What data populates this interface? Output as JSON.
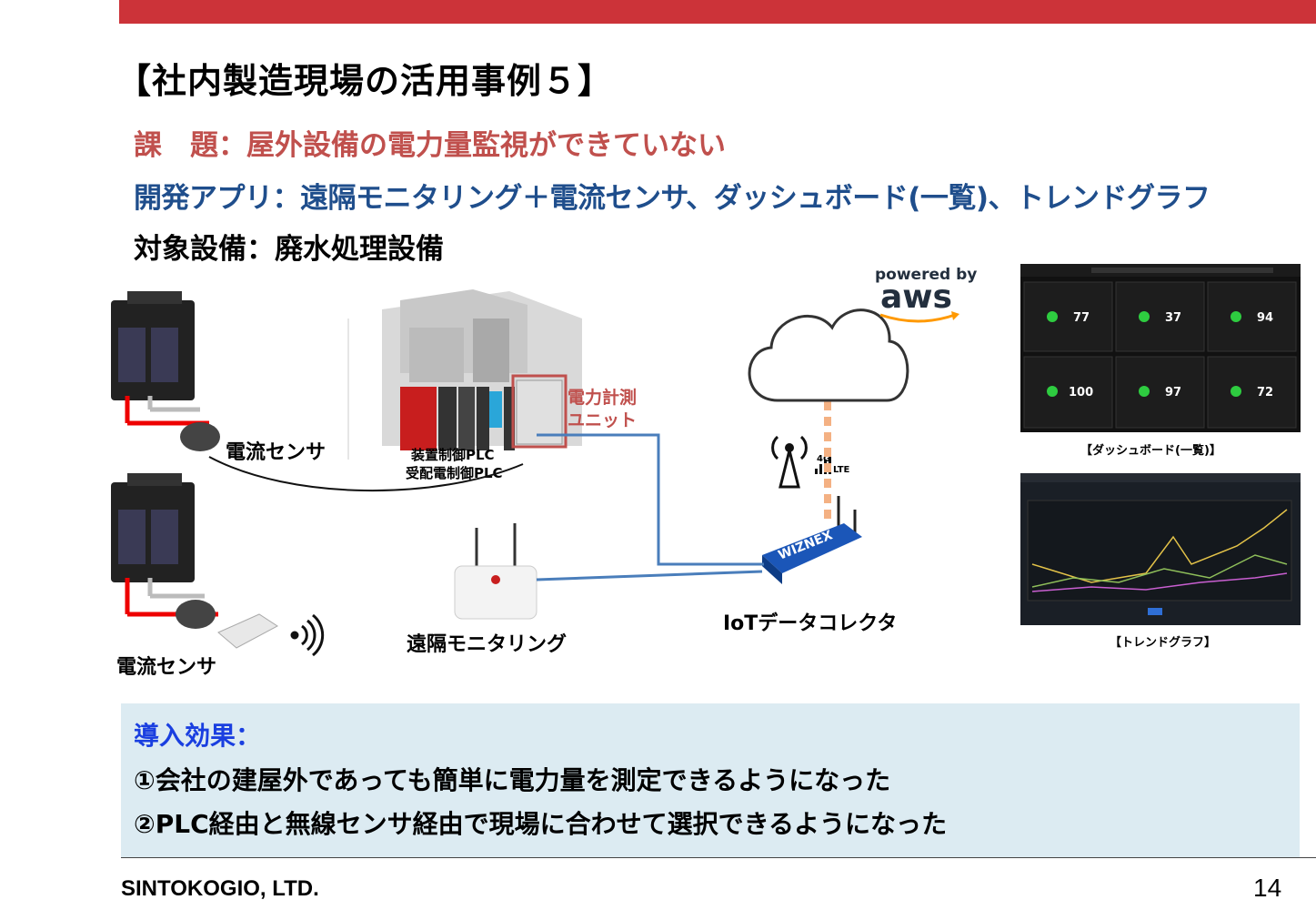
{
  "header": {
    "title": "【社内製造現場の活用事例５】"
  },
  "summary": {
    "issue": "課　題：屋外設備の電力量監視ができていない",
    "app": "開発アプリ：遠隔モニタリング＋電流センサ、ダッシュボード(一覧)、トレンドグラフ",
    "target": "対象設備：廃水処理設備"
  },
  "diagram": {
    "sensor_label_1": "電流センサ",
    "sensor_label_2": "電流センサ",
    "plc_label_1": "装置制御PLC",
    "plc_label_2": "受配電制御PLC",
    "power_unit_1": "電力計測",
    "power_unit_2": "ユニット",
    "remote_label": "遠隔モニタリング",
    "collector_label": "IoTデータコレクタ",
    "aws_line1": "powered by",
    "aws_line2": "aws",
    "network_4g": "4G",
    "network_lte": "LTE",
    "router_brand": "WIZNEX"
  },
  "screenshots": {
    "dashboard_caption": "【ダッシュボード(一覧)】",
    "trend_caption": "【トレンドグラフ】",
    "dashboard_values": [
      "77",
      "37",
      "94",
      "100",
      "97",
      "72"
    ]
  },
  "effect": {
    "heading": "導入効果：",
    "item1": "①会社の建屋外であっても簡単に電力量を測定できるようになった",
    "item2": "②PLC経由と無線センサ経由で現場に合わせて選択できるようになった"
  },
  "footer": {
    "company": "SINTOKOGIO, LTD.",
    "page": "14"
  },
  "colors": {
    "accent_red": "#cc3339",
    "issue_red": "#c0504d",
    "app_blue": "#1f4e8c",
    "effect_bg": "#dcebf2",
    "effect_blue": "#1a3fe0"
  }
}
